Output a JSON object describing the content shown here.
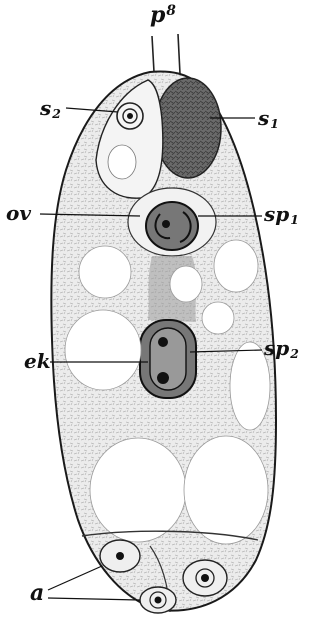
{
  "labels": {
    "p8": {
      "base": "p",
      "sup": "8"
    },
    "s2": {
      "base": "s",
      "sub": "2"
    },
    "s1": {
      "base": "s",
      "sub": "1"
    },
    "ov": {
      "base": "ov"
    },
    "sp1": {
      "base": "sp",
      "sub": "1"
    },
    "ek": {
      "base": "ek"
    },
    "sp2": {
      "base": "sp",
      "sub": "2"
    },
    "a": {
      "base": "a"
    }
  },
  "colors": {
    "outline": "#1a1a1a",
    "tissue": "#e9e9e9",
    "stipple": "#b8b8b8",
    "dark_mass": "#555555",
    "nucleus": "#111111",
    "vacuole": "#ffffff"
  }
}
